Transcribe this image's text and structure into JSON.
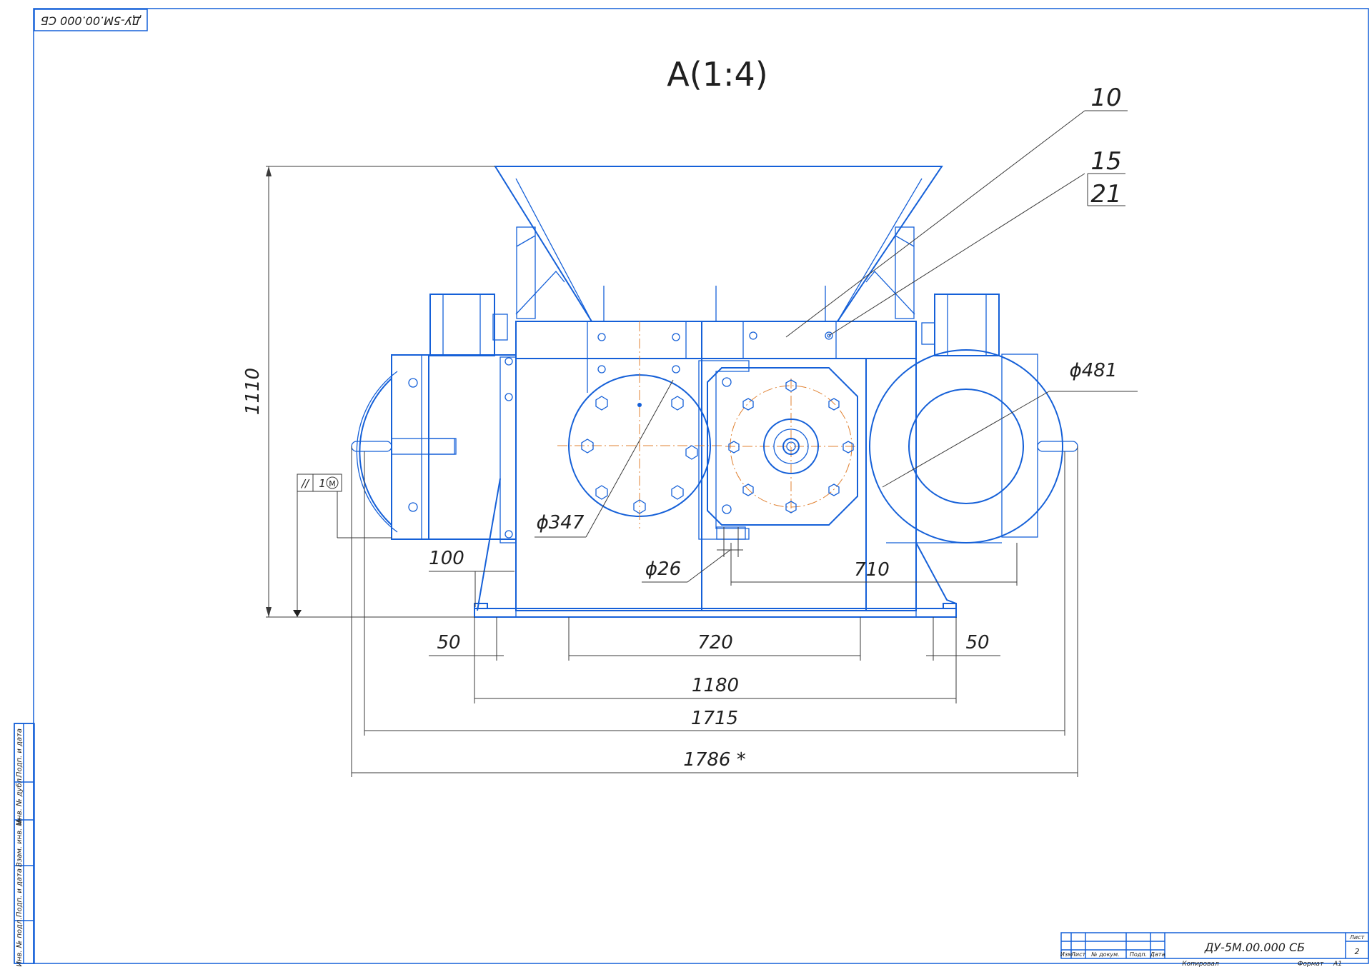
{
  "drawing": {
    "corner_code": "ДУ-5М.00.000 СБ",
    "view_label": "A(1:4)",
    "callouts": [
      "10",
      "15",
      "21"
    ],
    "dimensions": {
      "height": "1110",
      "d481": "ϕ481",
      "d347": "ϕ347",
      "d26": "ϕ26",
      "d100": "100",
      "d710": "710",
      "d50_left": "50",
      "d720": "720",
      "d50_right": "50",
      "d1180": "1180",
      "d1715": "1715",
      "d1786": "1786 *"
    },
    "tolerance": {
      "symbol": "//",
      "value": "1",
      "modifier": "M"
    }
  },
  "side_stamp": {
    "labels": [
      "Подп. и дата",
      "Инв. № дубл.",
      "Взам. инв. №",
      "Подп. и дата",
      "Инв. № подл."
    ]
  },
  "title_block": {
    "headers": [
      "Изм",
      "Лист",
      "№ докум.",
      "Подп.",
      "Дата"
    ],
    "doc_code": "ДУ-5М.00.000 СБ",
    "sheet_label": "Лист",
    "sheet_number": "2",
    "copied_label": "Копировал",
    "format_label": "Формат",
    "format_value": "А1"
  }
}
